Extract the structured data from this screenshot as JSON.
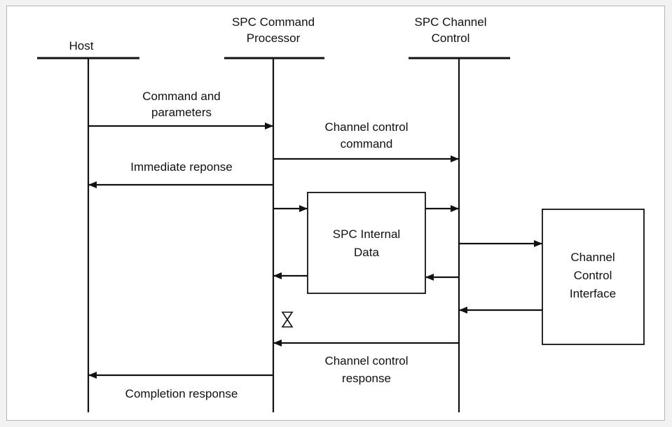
{
  "lifelines": {
    "host": [
      "Host"
    ],
    "processor": [
      "SPC Command",
      "Processor"
    ],
    "channel_control": [
      "SPC Channel",
      "Control"
    ]
  },
  "boxes": {
    "internal_data": [
      "SPC Internal",
      "Data"
    ],
    "channel_interface": [
      "Channel",
      "Control",
      "Interface"
    ]
  },
  "messages": {
    "command_params": [
      "Command and",
      "parameters"
    ],
    "channel_control_command": [
      "Channel control",
      "command"
    ],
    "immediate_response": [
      "Immediate reponse"
    ],
    "channel_control_response": [
      "Channel control",
      "response"
    ],
    "completion_response": [
      "Completion response"
    ]
  },
  "icons": {
    "wait": "hourglass-icon"
  }
}
